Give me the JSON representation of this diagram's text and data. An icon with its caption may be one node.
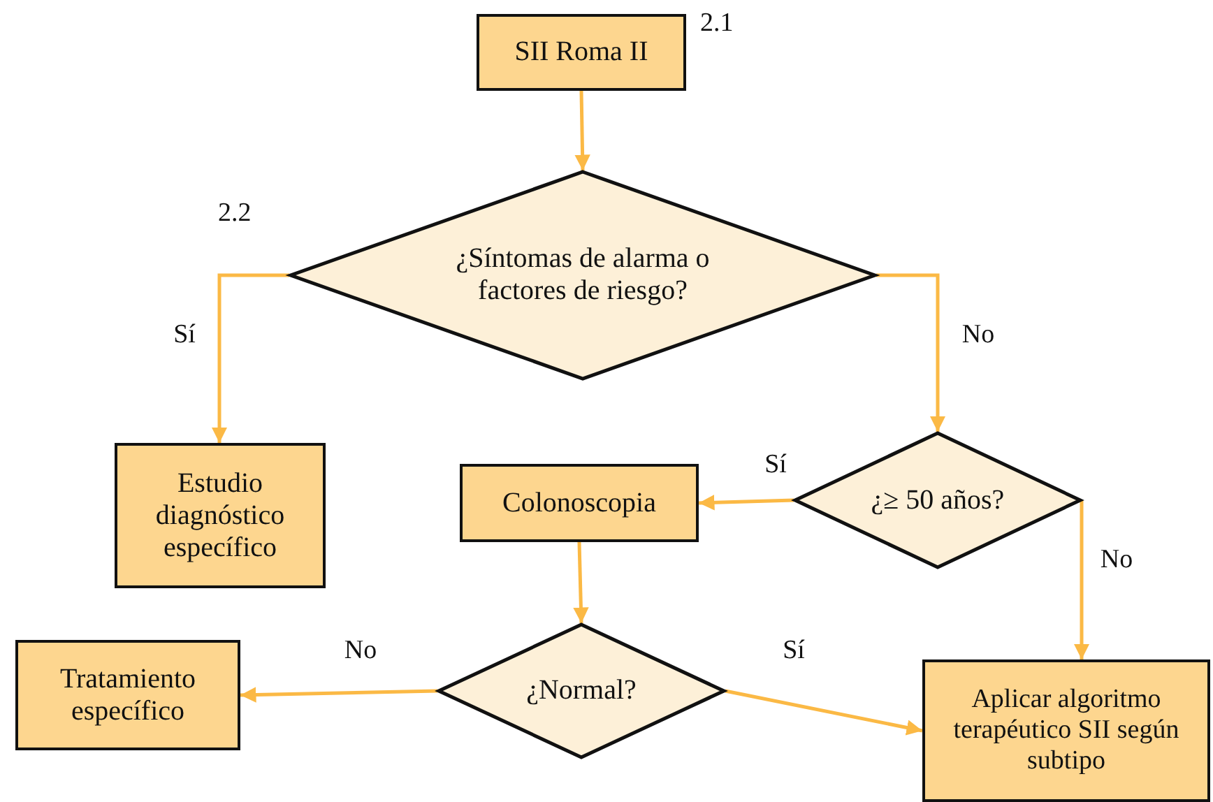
{
  "diagram": {
    "nodes": [
      {
        "text": [
          "SII Roma II"
        ],
        "beside": [
          "2.1"
        ]
      },
      {
        "text": [
          "¿Síntomas de alarma o factores de riesgo?"
        ],
        "beside": [
          "2.2"
        ]
      },
      {
        "text": [
          "Estudio diagnóstico específico"
        ]
      },
      {
        "text": [
          "Colonoscopia"
        ]
      },
      {
        "text": [
          "¿≥ 50 años?"
        ]
      },
      {
        "text": [
          "Tratamiento específico"
        ]
      },
      {
        "text": [
          "¿Normal?"
        ]
      },
      {
        "text": [
          "Aplicar algoritmo terapéutico SII según subtipo"
        ]
      }
    ],
    "edges": [
      {
        "from": 0,
        "to": 1,
        "arrow": "to"
      },
      {
        "from": 1,
        "to": 2,
        "arrow": "to",
        "label": "Sí"
      },
      {
        "from": 1,
        "to": 4,
        "arrow": "to",
        "label": "No"
      },
      {
        "from": 4,
        "to": 3,
        "arrow": "to",
        "label": "Sí"
      },
      {
        "from": 4,
        "to": 7,
        "arrow": "to",
        "label": "No"
      },
      {
        "from": 3,
        "to": 6,
        "arrow": "to"
      },
      {
        "from": 6,
        "to": 5,
        "arrow": "to",
        "label": "No"
      },
      {
        "from": 6,
        "to": 7,
        "arrow": "to",
        "label": "Sí"
      }
    ]
  }
}
